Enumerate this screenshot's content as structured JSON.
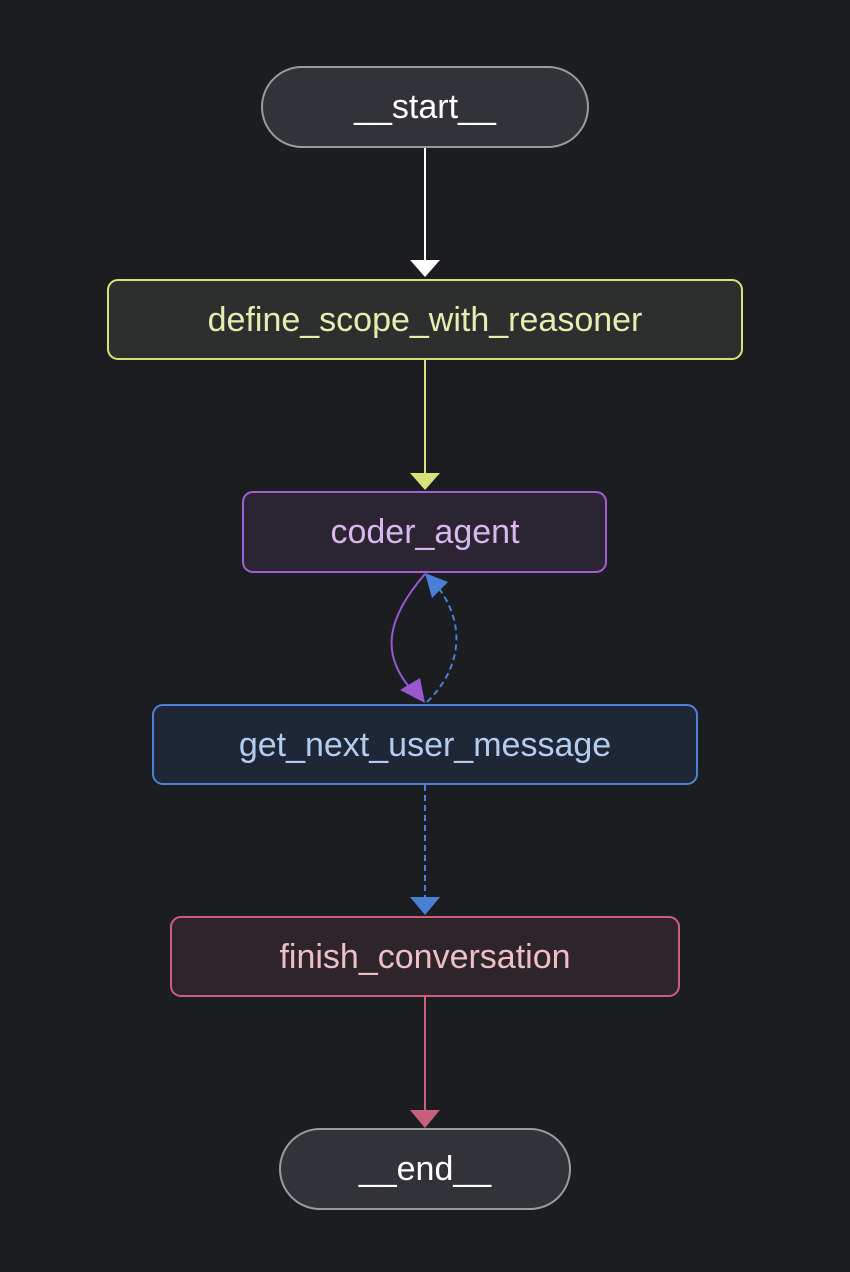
{
  "diagram": {
    "type": "flowchart",
    "nodes": {
      "start": {
        "label": "__start__",
        "shape": "terminal",
        "text_color": "#ffffff",
        "border_color": "#9a9b9e",
        "fill": "#323338"
      },
      "define_scope": {
        "label": "define_scope_with_reasoner",
        "shape": "process",
        "text_color": "#e6edb0",
        "border_color": "#d7e27a",
        "fill": "#2d2f2e"
      },
      "coder_agent": {
        "label": "coder_agent",
        "shape": "process",
        "text_color": "#d8b8ec",
        "border_color": "#a35fd2",
        "fill": "#2b2533"
      },
      "get_next_user_message": {
        "label": "get_next_user_message",
        "shape": "process",
        "text_color": "#b3cdf0",
        "border_color": "#4f82d6",
        "fill": "#1f2635"
      },
      "finish_conversation": {
        "label": "finish_conversation",
        "shape": "process",
        "text_color": "#efbfc6",
        "border_color": "#c9607a",
        "fill": "#2e252c"
      },
      "end": {
        "label": "__end__",
        "shape": "terminal",
        "text_color": "#ffffff",
        "border_color": "#9a9b9e",
        "fill": "#323338"
      }
    },
    "edges": [
      {
        "from": "start",
        "to": "define_scope",
        "style": "solid",
        "color": "#ffffff"
      },
      {
        "from": "define_scope",
        "to": "coder_agent",
        "style": "solid",
        "color": "#d7e27a"
      },
      {
        "from": "coder_agent",
        "to": "get_next_user_message",
        "style": "solid",
        "color": "#9a58d0"
      },
      {
        "from": "get_next_user_message",
        "to": "coder_agent",
        "style": "dashed",
        "color": "#4a7fd6"
      },
      {
        "from": "get_next_user_message",
        "to": "finish_conversation",
        "style": "dashed",
        "color": "#4a7fd6"
      },
      {
        "from": "finish_conversation",
        "to": "end",
        "style": "solid",
        "color": "#c9607a"
      }
    ]
  }
}
